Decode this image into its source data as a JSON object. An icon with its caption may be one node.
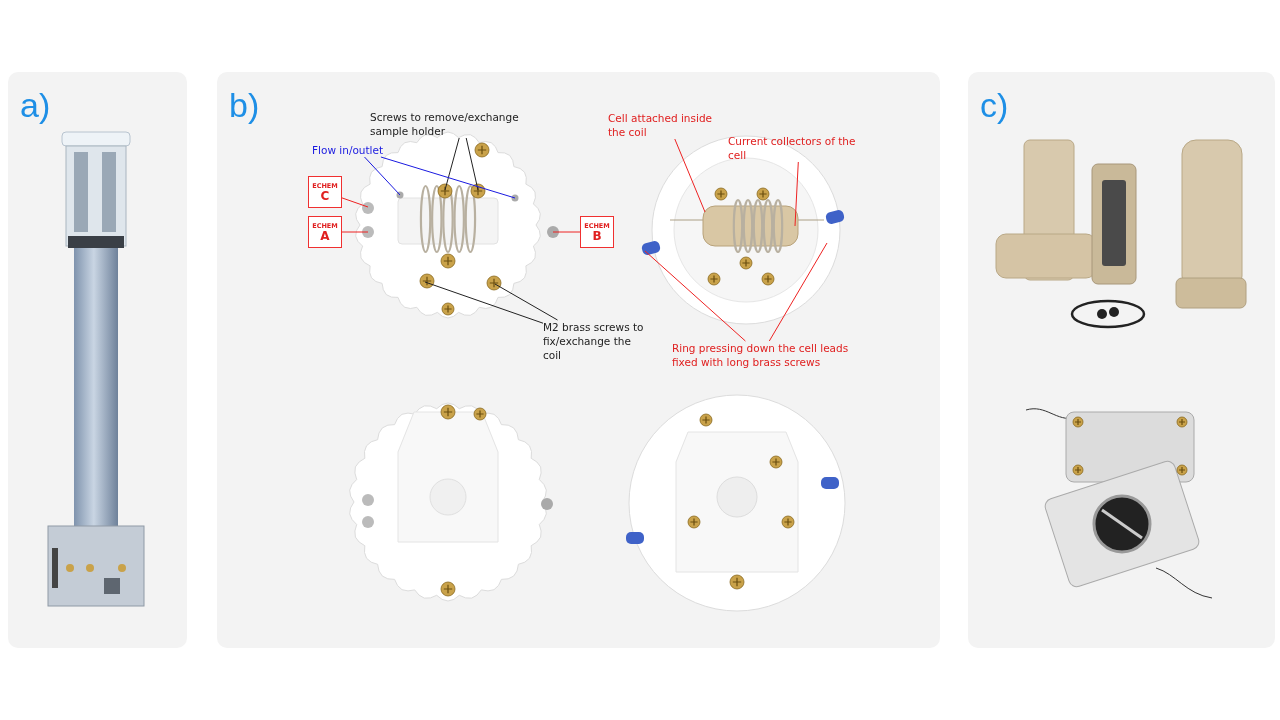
{
  "diagram": {
    "nodes": [
      {
        "text": [
          "a)"
        ]
      },
      {
        "text": [
          "b)"
        ]
      },
      {
        "text": [
          "c)"
        ]
      },
      {
        "text": [],
        "shape": "picture",
        "in": 0
      },
      {
        "text": [],
        "shape": "picture",
        "in": 1
      },
      {
        "text": [],
        "shape": "picture",
        "in": 1
      },
      {
        "text": [],
        "shape": "picture",
        "in": 1
      },
      {
        "text": [],
        "shape": "picture",
        "in": 1
      },
      {
        "text": [],
        "shape": "picture",
        "in": 2
      },
      {
        "text": [],
        "shape": "picture",
        "in": 2
      },
      {
        "text": [
          "Screws to remove/exchange sample holder"
        ],
        "in": 1
      },
      {
        "text": [
          "Flow in/outlet"
        ],
        "in": 1
      },
      {
        "text": [
          "ECHEM",
          "C"
        ],
        "in": 1
      },
      {
        "text": [
          "ECHEM",
          "A"
        ],
        "in": 1
      },
      {
        "text": [
          "ECHEM",
          "B"
        ],
        "in": 1
      },
      {
        "text": [
          "M2 brass screws to fix/exchange the coil"
        ],
        "in": 1
      },
      {
        "text": [
          "Cell attached inside the coil"
        ],
        "in": 1
      },
      {
        "text": [
          "Current collectors of the cell"
        ],
        "in": 1
      },
      {
        "text": [
          "Ring pressing down the cell leads fixed with long brass screws"
        ],
        "in": 1
      }
    ],
    "edges": [
      {
        "from": 10,
        "to": 4,
        "arrow": "none",
        "color": "#222222"
      },
      {
        "from": 10,
        "to": 4,
        "arrow": "none",
        "color": "#222222"
      },
      {
        "from": 11,
        "to": 4,
        "arrow": "none",
        "color": "#1a1ae0"
      },
      {
        "from": 11,
        "to": 4,
        "arrow": "none",
        "color": "#1a1ae0"
      },
      {
        "from": 12,
        "to": 4,
        "arrow": "none"
      },
      {
        "from": 13,
        "to": 4,
        "arrow": "none"
      },
      {
        "from": 14,
        "to": 4,
        "arrow": "none"
      },
      {
        "from": 15,
        "to": 4,
        "arrow": "none",
        "color": "#222222"
      },
      {
        "from": 15,
        "to": 4,
        "arrow": "none",
        "color": "#222222"
      },
      {
        "from": 16,
        "to": 5,
        "arrow": "none"
      },
      {
        "from": 17,
        "to": 5,
        "arrow": "none"
      },
      {
        "from": 18,
        "to": 5,
        "arrow": "none"
      },
      {
        "from": 18,
        "to": 5,
        "arrow": "none"
      }
    ]
  }
}
